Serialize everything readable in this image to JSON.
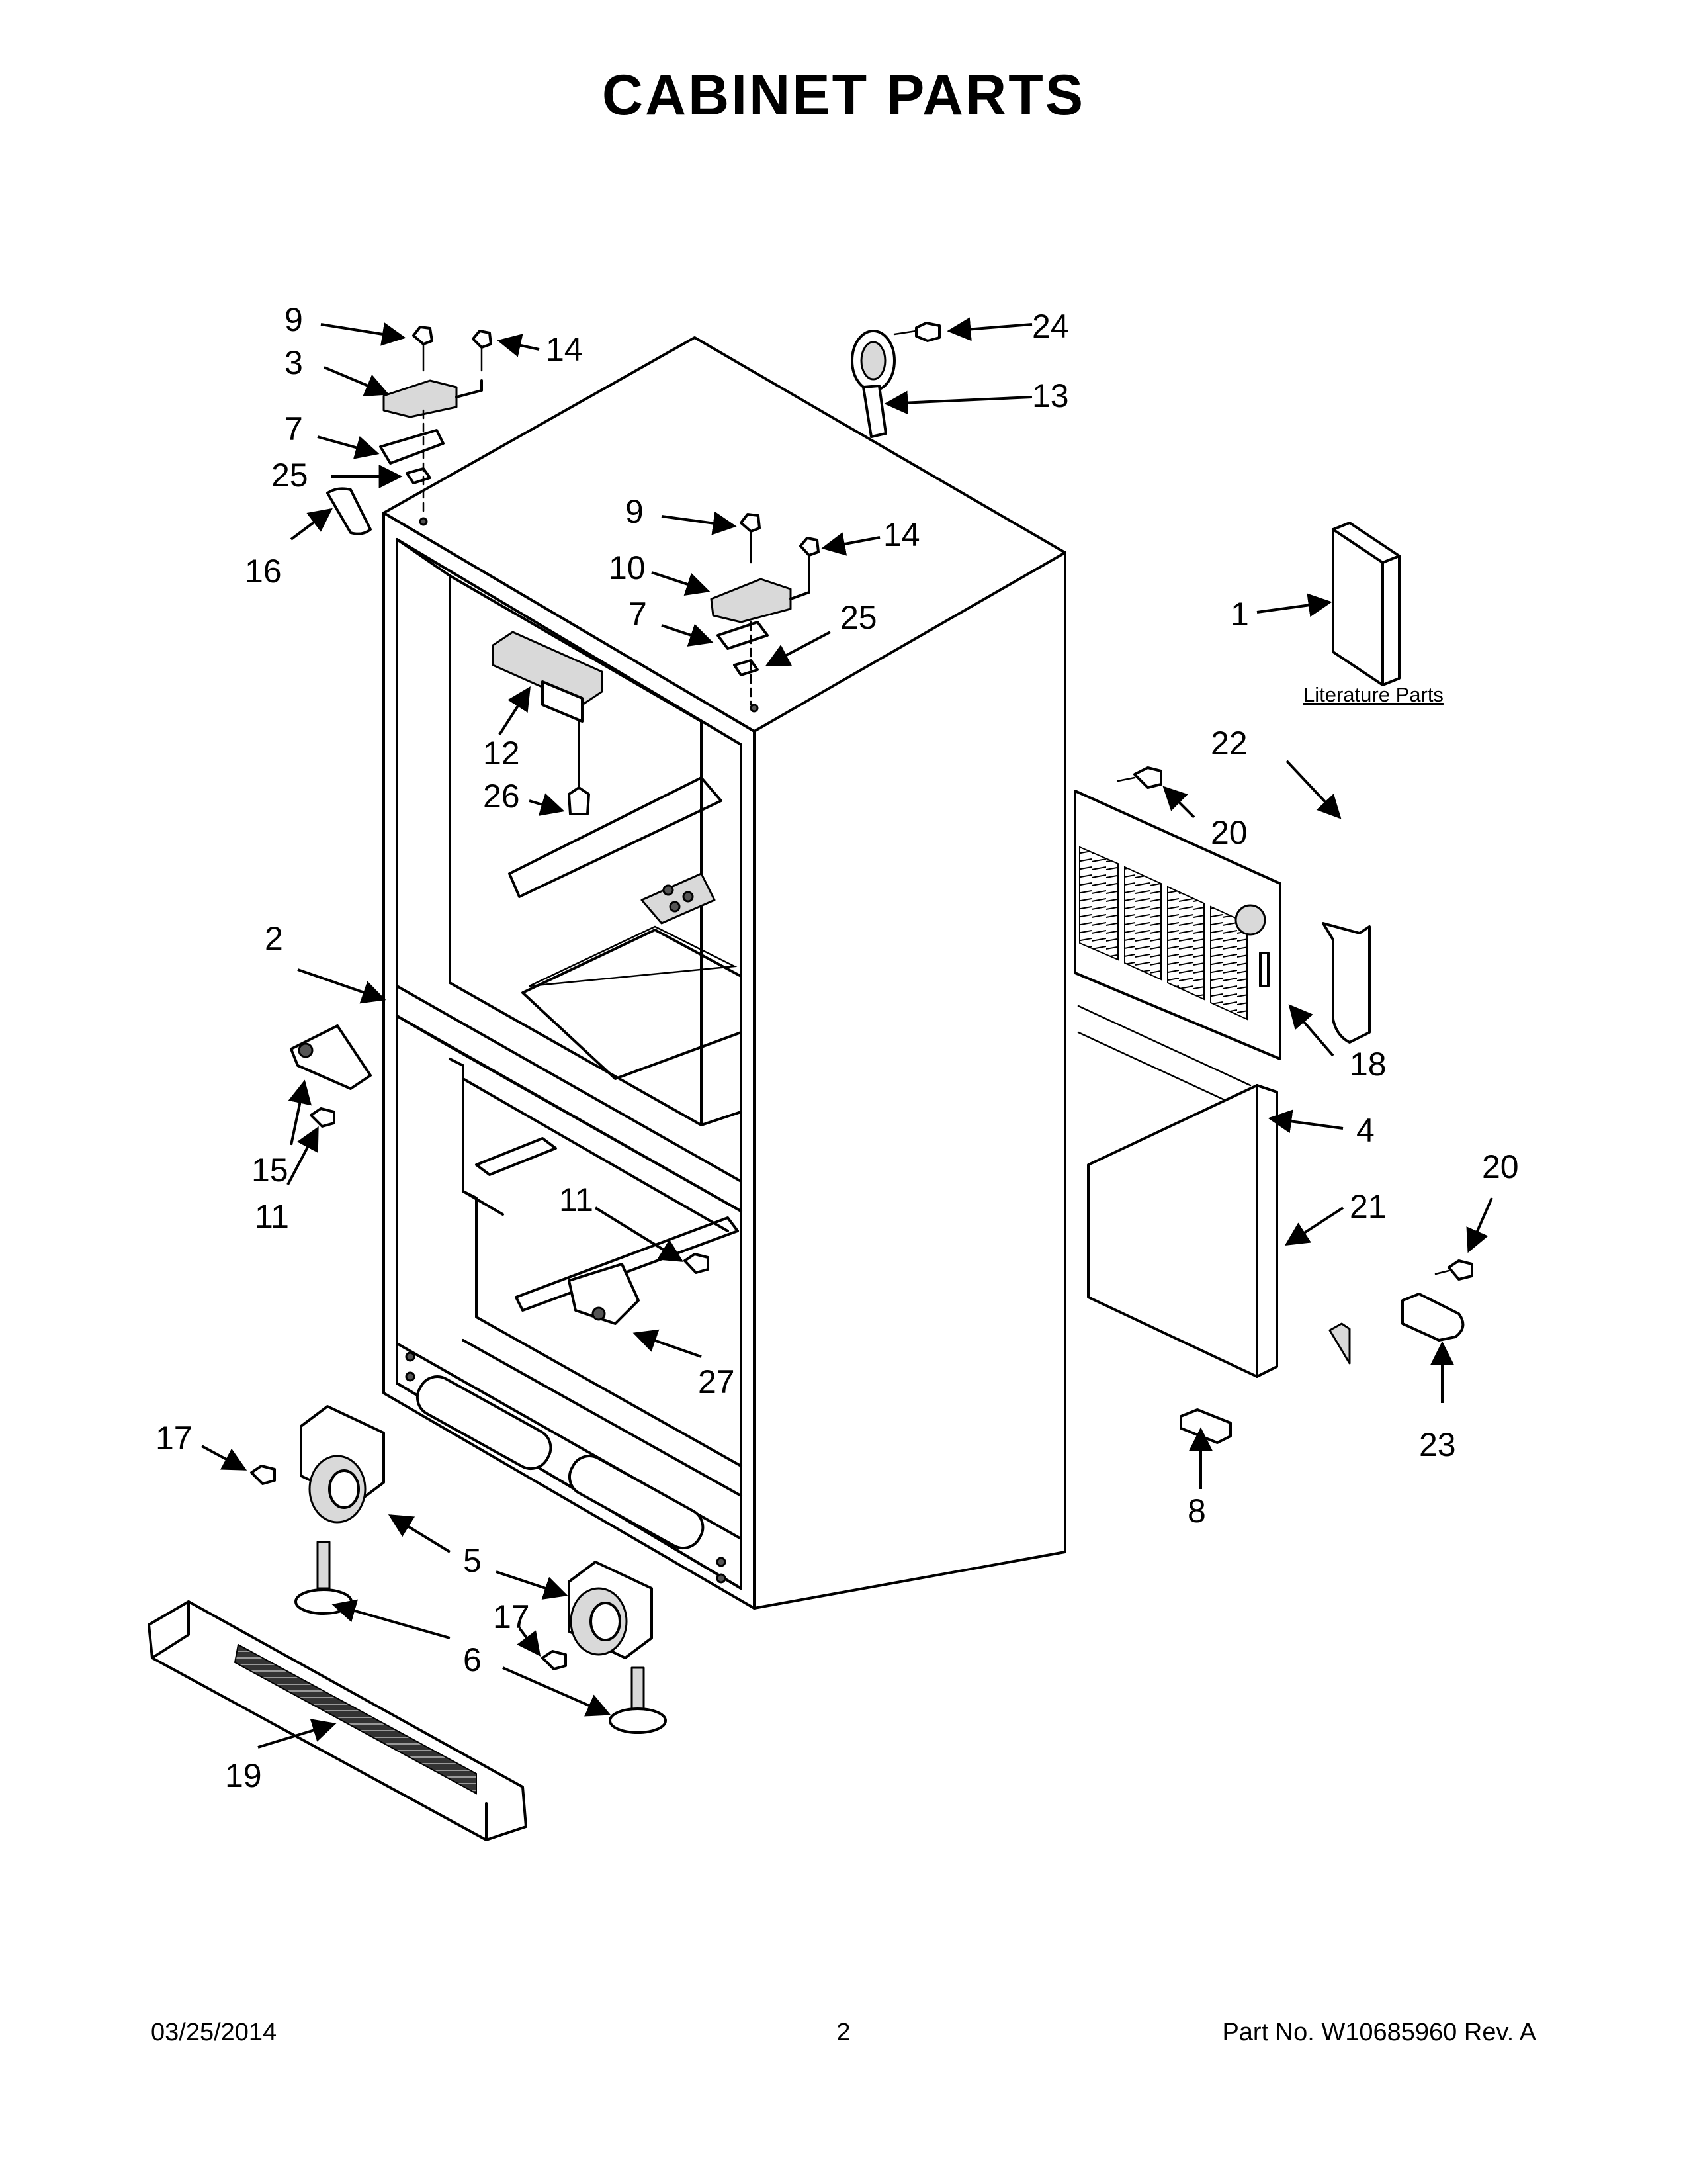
{
  "title": "CABINET PARTS",
  "literature_label": "Literature Parts",
  "callouts": {
    "c1": "1",
    "c2": "2",
    "c3": "3",
    "c4": "4",
    "c5": "5",
    "c6": "6",
    "c7a": "7",
    "c7b": "7",
    "c8": "8",
    "c9a": "9",
    "c9b": "9",
    "c10": "10",
    "c11a": "11",
    "c11b": "11",
    "c12": "12",
    "c13": "13",
    "c14a": "14",
    "c14b": "14",
    "c15": "15",
    "c16": "16",
    "c17a": "17",
    "c17b": "17",
    "c18": "18",
    "c19": "19",
    "c20a": "20",
    "c20b": "20",
    "c21": "21",
    "c22": "22",
    "c23": "23",
    "c24": "24",
    "c25a": "25",
    "c25b": "25",
    "c26": "26",
    "c27": "27"
  },
  "footer": {
    "date": "03/25/2014",
    "page": "2",
    "part_number": "Part No.  W10685960  Rev.  A"
  }
}
